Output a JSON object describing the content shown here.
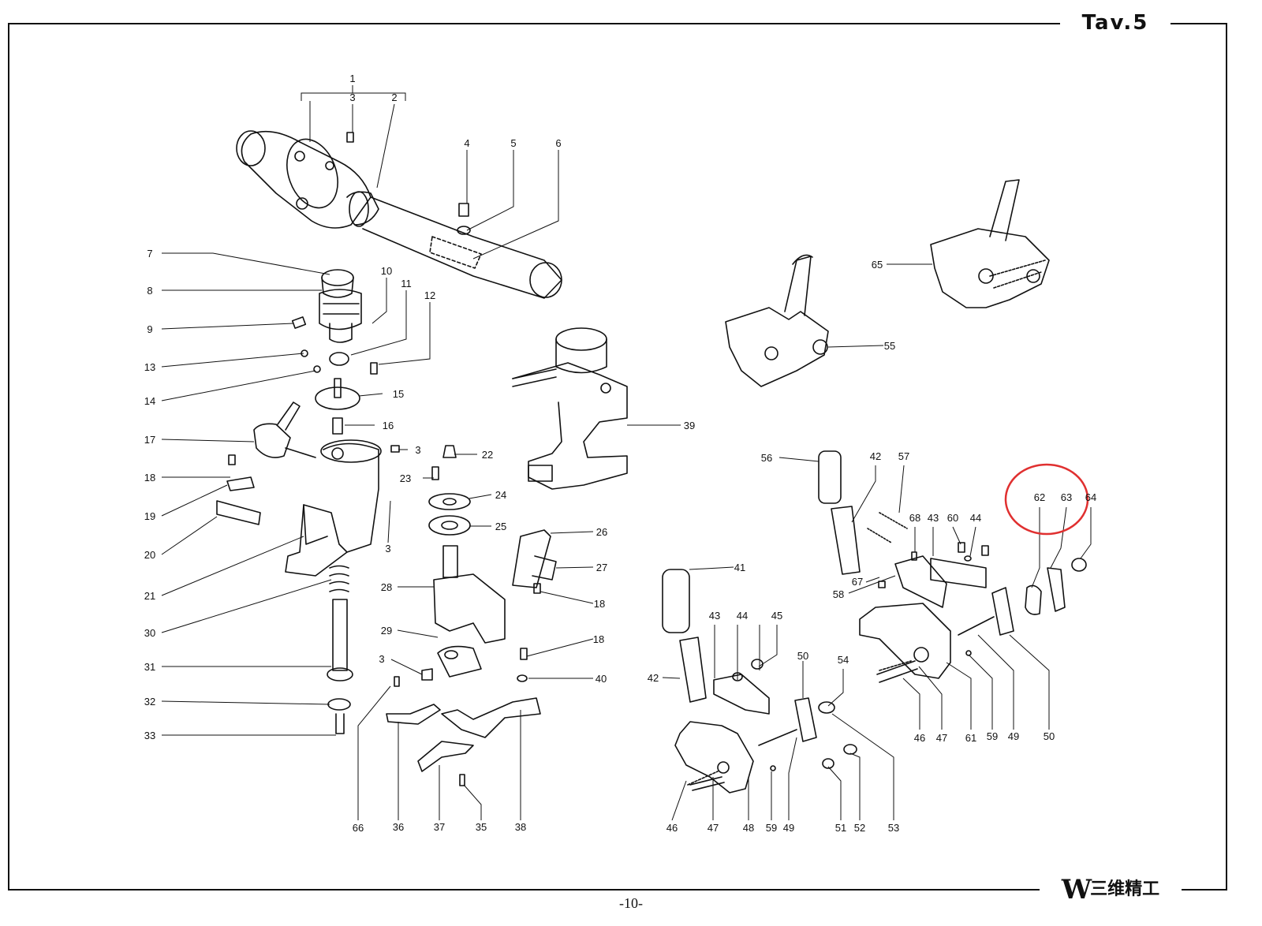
{
  "header": {
    "title": "Tav.5"
  },
  "footer": {
    "page_number": "-10-",
    "logo_mark": "W",
    "logo_text": "三维精工"
  },
  "callouts": [
    "1",
    "2",
    "3",
    "4",
    "5",
    "6",
    "7",
    "8",
    "9",
    "10",
    "11",
    "12",
    "13",
    "14",
    "15",
    "16",
    "17",
    "18",
    "19",
    "20",
    "21",
    "22",
    "23",
    "24",
    "25",
    "26",
    "27",
    "28",
    "29",
    "30",
    "31",
    "32",
    "33",
    "35",
    "36",
    "37",
    "38",
    "39",
    "40",
    "41",
    "42",
    "43",
    "44",
    "45",
    "46",
    "47",
    "48",
    "49",
    "50",
    "51",
    "52",
    "53",
    "54",
    "55",
    "56",
    "57",
    "58",
    "59",
    "60",
    "61",
    "62",
    "63",
    "64",
    "65",
    "66",
    "67",
    "68"
  ],
  "highlight": {
    "color": "#e03030",
    "circled_labels": [
      "62",
      "63"
    ]
  },
  "colors": {
    "line": "#111111",
    "highlight": "#e03030",
    "background": "#ffffff"
  }
}
